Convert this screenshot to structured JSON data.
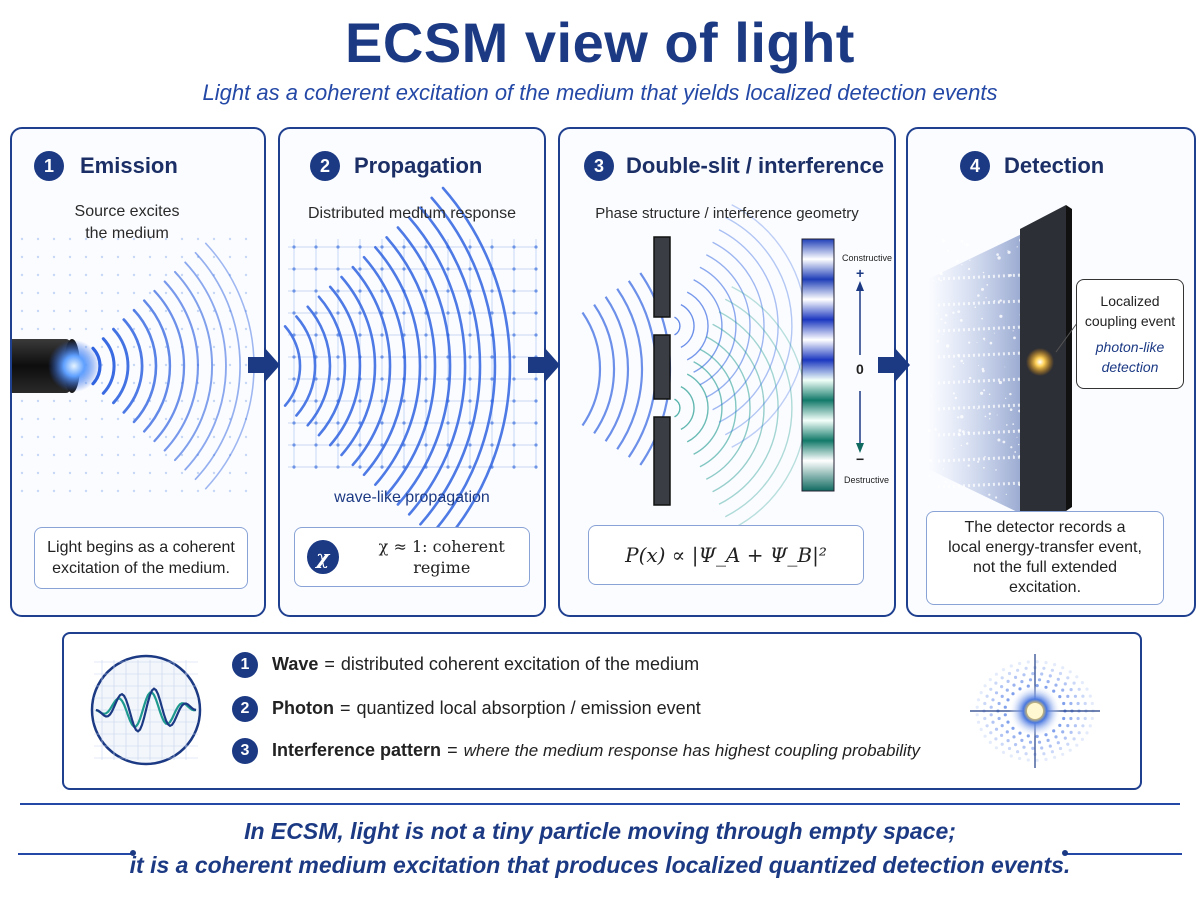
{
  "header": {
    "title": "ECSM view of light",
    "subtitle": "Light as a coherent excitation of the medium that yields localized detection events"
  },
  "panels": [
    {
      "number": "1",
      "title": "Emission",
      "sub": "Source excites\nthe medium",
      "caption": "Light begins as a coherent\nexcitation of the medium."
    },
    {
      "number": "2",
      "title": "Propagation",
      "sub": "Distributed medium response",
      "note": "wave-like propagation",
      "chi_symbol": "χ",
      "caption": "χ ≈ 1: coherent regime"
    },
    {
      "number": "3",
      "title": "Double-slit / interference",
      "sub": "Phase structure / interference geometry",
      "constructive": "Constructive",
      "destructive": "Destructive",
      "plus": "+",
      "zero": "0",
      "minus": "−",
      "formula": "P(x) ∝ |Ψ_A + Ψ_B|²"
    },
    {
      "number": "4",
      "title": "Detection",
      "callout_title": "Localized\ncoupling event",
      "callout_note": "photon-like\ndetection",
      "caption": "The detector records a\nlocal energy-transfer event,\nnot the full extended\nexcitation."
    }
  ],
  "legend": {
    "items": [
      {
        "number": "1",
        "term": "Wave",
        "eq": "=",
        "desc": "distributed coherent excitation of the medium"
      },
      {
        "number": "2",
        "term": "Photon",
        "eq": "=",
        "desc": "quantized local absorption / emission event"
      },
      {
        "number": "3",
        "term": "Interference pattern",
        "eq": "=",
        "desc": "where the medium response has highest coupling probability"
      }
    ]
  },
  "footer": {
    "line1": "In ECSM, light is not a tiny particle moving through empty space;",
    "line2": "it is a coherent medium excitation that produces localized quantized detection events."
  },
  "colors": {
    "navy": "#1c3a84",
    "wave_blue": "#2f63e0",
    "wave_teal": "#1f9a8f",
    "glow": "#ffcc44"
  },
  "icons": [
    "flashlight-source-icon",
    "double-slit-barrier-icon",
    "detector-screen-icon",
    "wave-circle-icon",
    "photon-burst-icon",
    "flow-arrow-icon"
  ]
}
